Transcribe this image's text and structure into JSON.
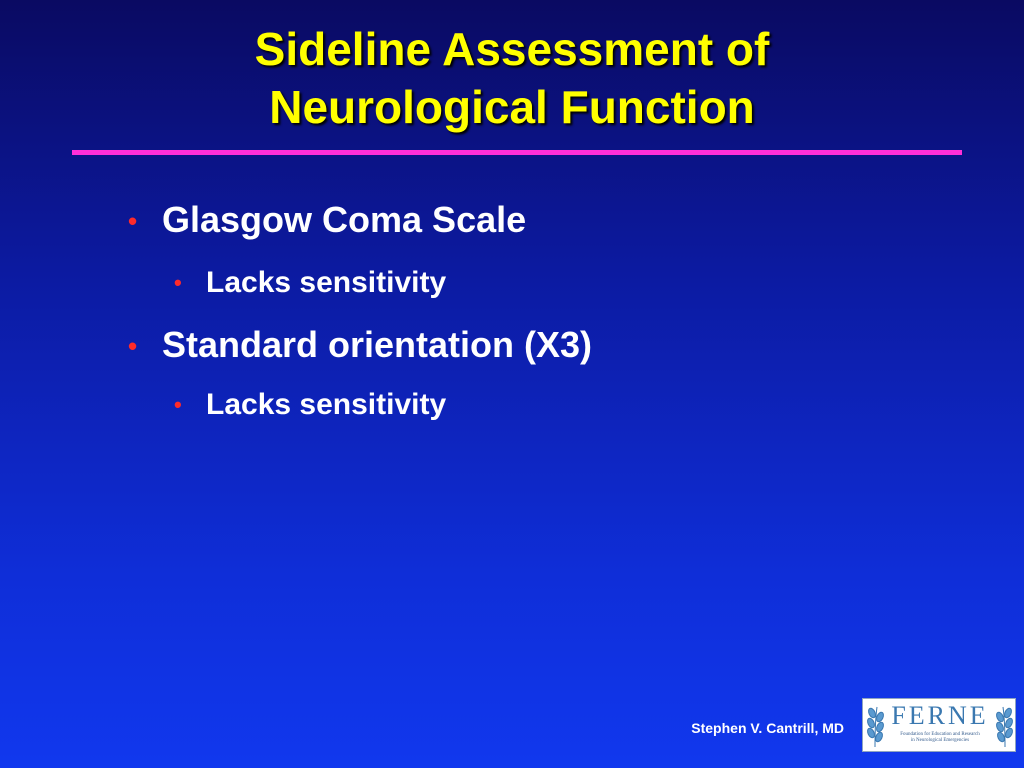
{
  "slide": {
    "title_line1": "Sideline Assessment of",
    "title_line2": "Neurological Function",
    "bullets": [
      {
        "text": "Glasgow Coma Scale",
        "sub": [
          "Lacks sensitivity"
        ]
      },
      {
        "text": "Standard orientation (X3)",
        "sub": [
          "Lacks sensitivity"
        ]
      }
    ],
    "bullet_glyph": "•",
    "footer_author": "Stephen V. Cantrill, MD",
    "logo": {
      "letters": "FERNE",
      "subtitle_line1": "Foundation for Education and Research",
      "subtitle_line2": "in Neurological Emergencies"
    }
  },
  "colors": {
    "background_top": "#0a0a62",
    "background_bottom": "#1138ee",
    "title": "#ffff00",
    "rule": "#ff2fd8",
    "bullet_dot": "#ff2a2a",
    "text": "#ffffff",
    "logo_accent": "#3a78b0"
  },
  "icons": [
    "wheat-sprig-icon-left",
    "wheat-sprig-icon-right"
  ]
}
